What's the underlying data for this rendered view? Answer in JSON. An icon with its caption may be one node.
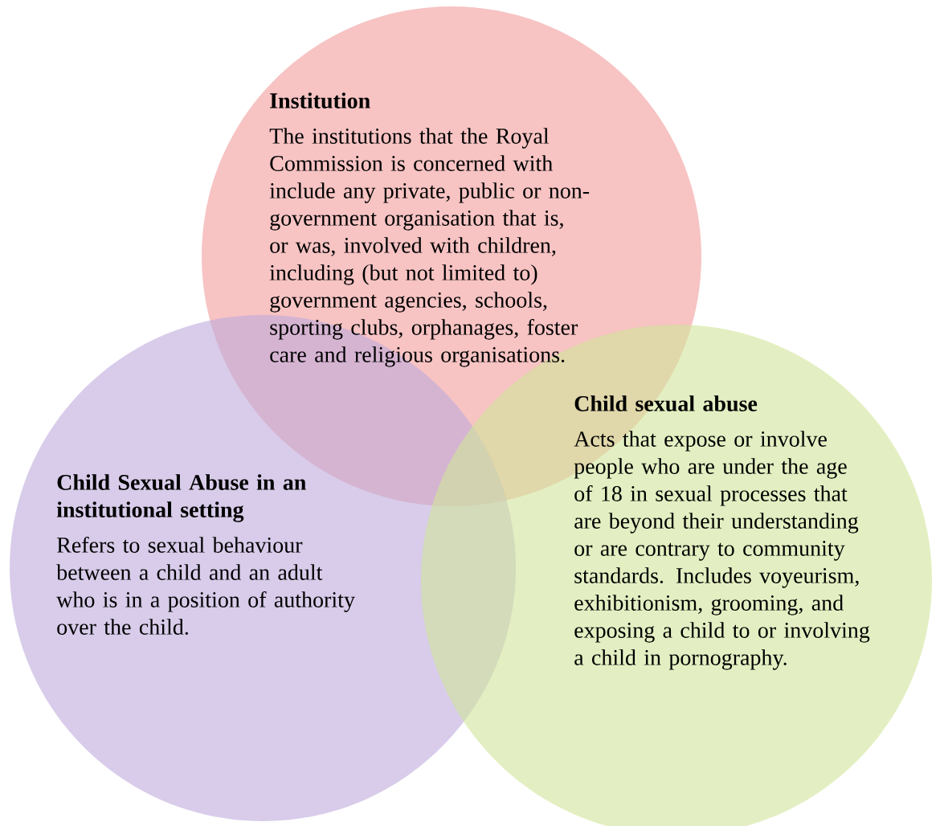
{
  "diagram": {
    "nodes": [
      {
        "text": [
          "Institution",
          "The institutions that the Royal Commission is concerned with include any private, public or non-government organisation that is, or was, involved with children, including (but not limited to) government agencies, schools, sporting clubs, orphanages, foster care and religious organisations."
        ]
      },
      {
        "text": [
          "Child Sexual Abuse in an institutional setting",
          "Refers to sexual behaviour between a child and an adult who is in a position of authority over the child."
        ]
      },
      {
        "text": [
          "Child sexual abuse",
          "Acts that expose or involve people who are under the age of 18 in sexual processes that are beyond their understanding or are contrary to community standards. Includes voyeurism, exhibitionism, grooming, and exposing a child to or involving a child in pornography."
        ]
      }
    ]
  }
}
